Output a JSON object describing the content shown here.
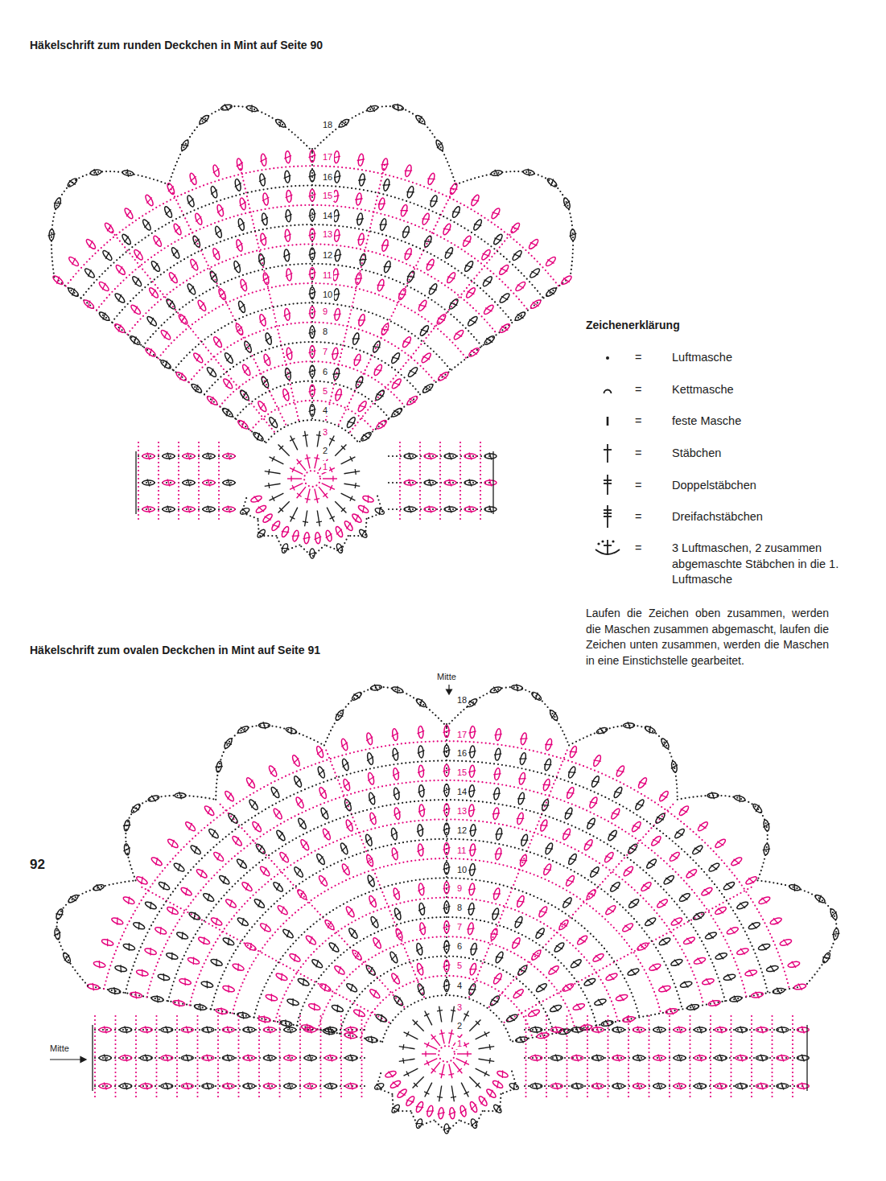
{
  "diagram": {
    "title": "Häkelschrift zum runden Deckchen in Mint auf Seite 90",
    "labels": [
      "Häkelschrift zum ovalen Deckchen in Mint auf Seite 91",
      "18",
      "17",
      "16",
      "15",
      "14",
      "13",
      "12",
      "11",
      "10",
      "9",
      "8",
      "7",
      "6",
      "5",
      "4",
      "3",
      "2",
      "1",
      "Mitte",
      "18",
      "17",
      "16",
      "15",
      "14",
      "13",
      "12",
      "11",
      "10",
      "9",
      "8",
      "7",
      "6",
      "5",
      "4",
      "3",
      "2",
      "1",
      "Mitte",
      "Zeichenerklärung",
      "=",
      "=",
      "=",
      "=",
      "=",
      "=",
      "=",
      "Laufen die Zeichen oben zusammen, werden die Maschen zusammen abgemascht, laufen die Zeichen unten zusammen, werden die Maschen in eine Einstichstelle gearbeitet.",
      "92"
    ],
    "legend": [
      {
        "text": "Luftmasche"
      },
      {
        "text": "Kettmasche"
      },
      {
        "text": "feste Masche"
      },
      {
        "text": "Stäbchen"
      },
      {
        "text": "Doppelstäbchen"
      },
      {
        "text": "Dreifachstäbchen"
      },
      {
        "text": "3 Luftmaschen, 2 zusammen abgemaschte Stäbchen in die 1. Luftmasche"
      }
    ]
  }
}
